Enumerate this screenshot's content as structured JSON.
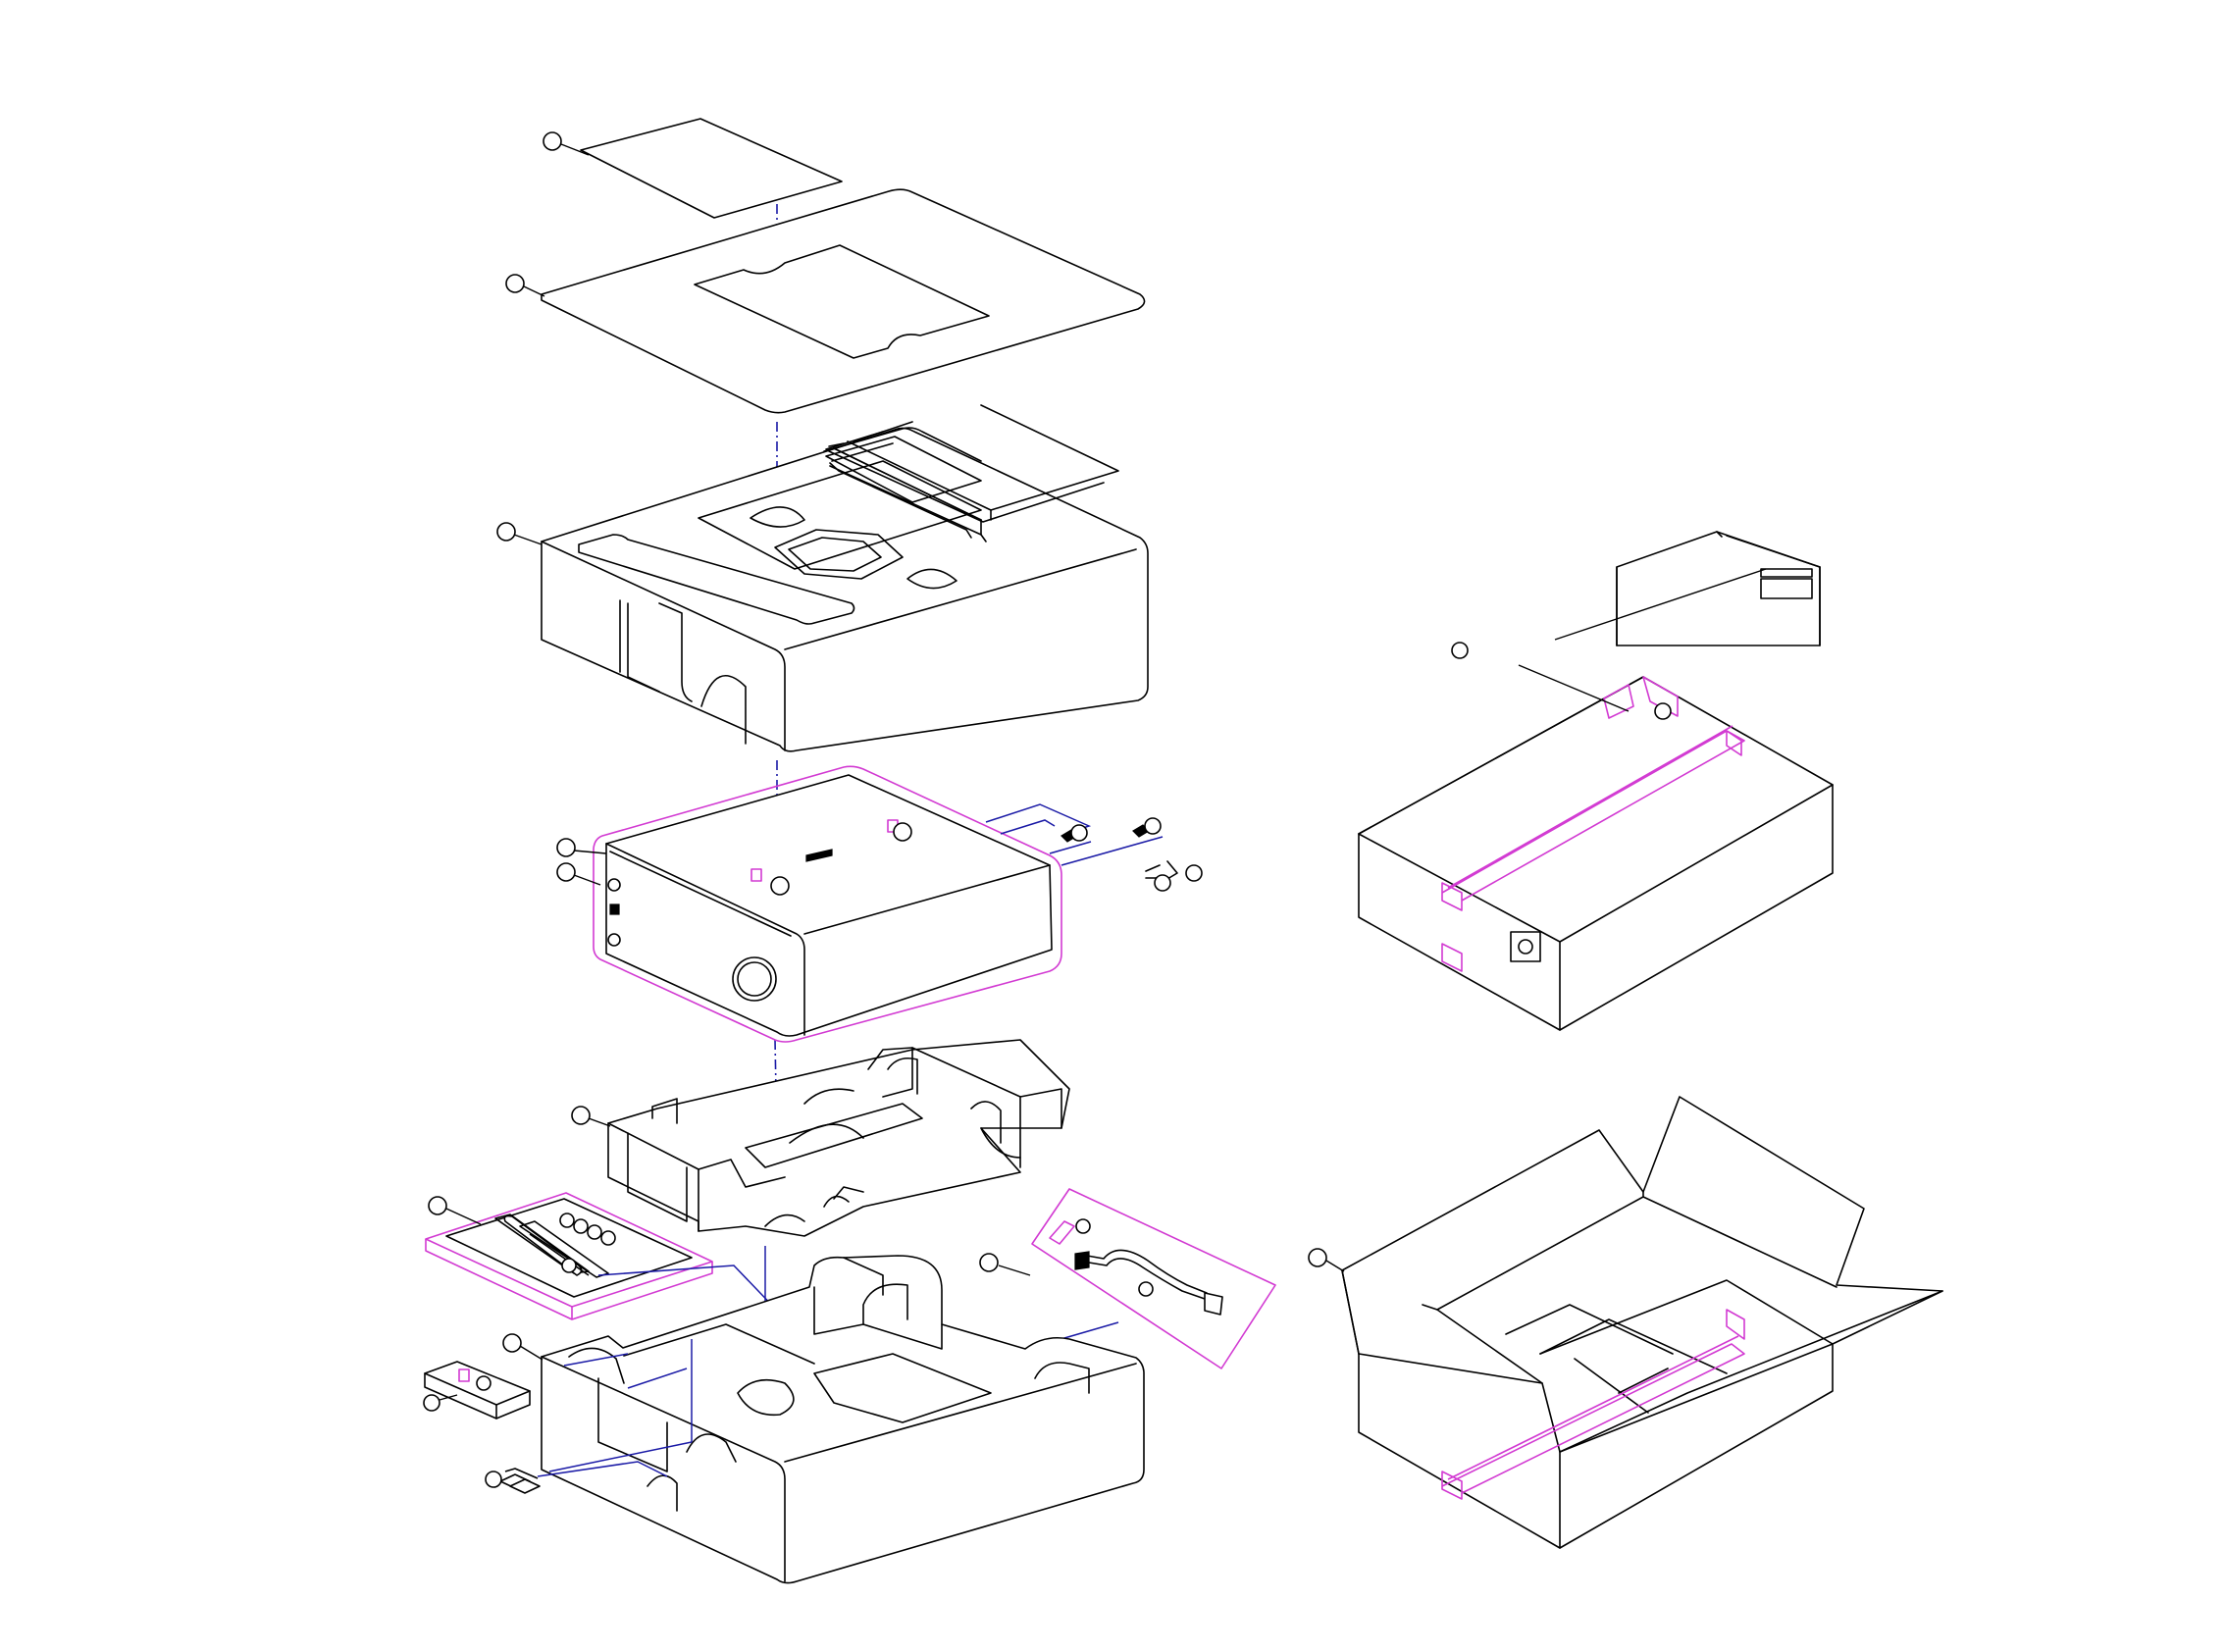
{
  "colors": {
    "outline": "#000000",
    "assembly_line": "#1a1aa6",
    "tape_highlight": "#d23ad2",
    "background": "#ffffff"
  },
  "components": [
    {
      "id": "top-sheet-small",
      "icon": "sheet-icon"
    },
    {
      "id": "top-sheet-large",
      "icon": "sheet-icon"
    },
    {
      "id": "upper-foam-cushion",
      "icon": "cushion-icon"
    },
    {
      "id": "amplifier-unit-bag",
      "icon": "device-icon"
    },
    {
      "id": "bottom-tray-cushion",
      "icon": "tray-icon"
    },
    {
      "id": "accessory-tray",
      "icon": "accessory-icon"
    },
    {
      "id": "power-cord-bag",
      "icon": "cable-icon"
    },
    {
      "id": "lower-foam-cushion",
      "icon": "cushion-icon"
    },
    {
      "id": "small-accessory-box",
      "icon": "box-icon"
    },
    {
      "id": "feet-set",
      "icon": "feet-icon"
    },
    {
      "id": "label-sleeve",
      "icon": "label-icon"
    },
    {
      "id": "closed-carton",
      "icon": "carton-icon"
    },
    {
      "id": "open-carton",
      "icon": "carton-icon"
    }
  ]
}
